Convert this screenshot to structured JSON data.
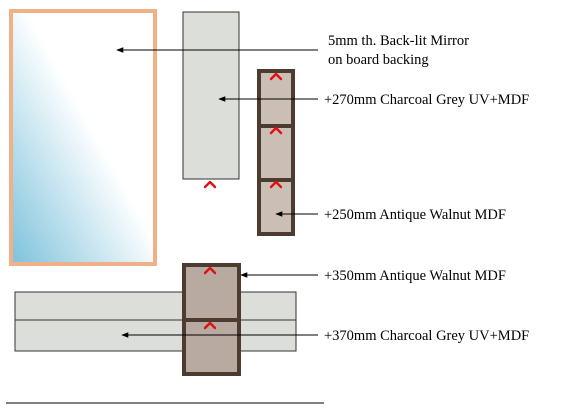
{
  "colors": {
    "mirror_frame": "#f0b088",
    "mirror_glass_light": "#ffffff",
    "mirror_glass_dark": "#7fc3dc",
    "charcoal_grey_panel": "#dcdfd9",
    "antique_walnut_frame": "#4d3b30",
    "antique_walnut_inner": "#cbbfb5",
    "antique_walnut_large": "#b8aaa0",
    "marker": "#e01010",
    "leader_line": "#000000"
  },
  "labels": {
    "mirror_line1": "5mm th. Back-lit Mirror",
    "mirror_line2": "on board backing",
    "charcoal_270": "+270mm Charcoal Grey UV+MDF",
    "walnut_250": "+250mm Antique Walnut MDF",
    "walnut_350": "+350mm Antique Walnut MDF",
    "charcoal_370": "+370mm Charcoal Grey UV+MDF"
  }
}
